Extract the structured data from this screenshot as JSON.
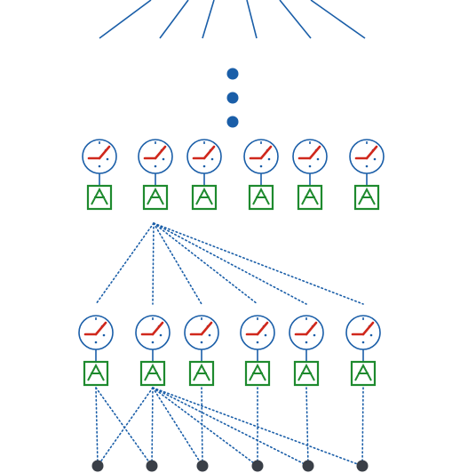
{
  "colors": {
    "line": "#1a5ea8",
    "dial_ring": "#1a5ea8",
    "hand": "#d0281c",
    "dot": "#3a3f47",
    "box": "#1e8a2e",
    "background": "#ffffff"
  },
  "icons": {
    "gauge": "gauge-icon",
    "ground": "ground-box-icon",
    "node": "node-dot-icon",
    "ellipsis": "vertical-ellipsis-icon"
  },
  "top_fan": {
    "line_count": 6
  },
  "ellipsis": {
    "dot_count": 3
  },
  "row_upper": {
    "unit_count": 6
  },
  "row_lower": {
    "unit_count": 6
  },
  "bottom_nodes": {
    "count": 6
  },
  "links": {
    "upper_to_lower": [
      [
        1,
        0
      ],
      [
        1,
        1
      ],
      [
        1,
        2
      ],
      [
        1,
        3
      ],
      [
        1,
        4
      ],
      [
        1,
        5
      ]
    ],
    "lower_to_nodes": [
      [
        0,
        0
      ],
      [
        0,
        1
      ],
      [
        1,
        0
      ],
      [
        1,
        1
      ],
      [
        1,
        2
      ],
      [
        1,
        3
      ],
      [
        1,
        4
      ],
      [
        1,
        5
      ],
      [
        2,
        2
      ],
      [
        3,
        3
      ],
      [
        4,
        4
      ],
      [
        5,
        5
      ]
    ]
  }
}
